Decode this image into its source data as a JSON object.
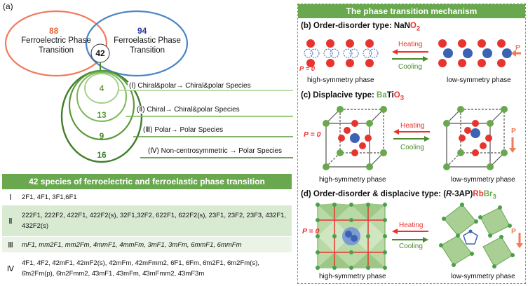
{
  "panel_a_label": "(a)",
  "venn": {
    "left_count": "88",
    "left_line1": "Ferroelectric Phase",
    "left_line2": "Transition",
    "right_count": "94",
    "right_line1": "Ferroelastic Phase",
    "right_line2": "Transition",
    "overlap": "42",
    "sub": [
      {
        "count": "4",
        "label": "(Ⅰ) Chiral&polar→ Chiral&polar Species"
      },
      {
        "count": "13",
        "label": "(Ⅱ) Chiral→ Chiral&polar Species"
      },
      {
        "count": "9",
        "label": "(Ⅲ) Polar→ Polar Species"
      },
      {
        "count": "16",
        "label": "(Ⅳ) Non-centrosymmetric → Polar Species"
      }
    ]
  },
  "table": {
    "title": "42 species of ferroelectric and ferroelastic phase transition",
    "rows": [
      {
        "num": "Ⅰ",
        "text": "2F1, 4F1, 3F1,6F1"
      },
      {
        "num": "Ⅱ",
        "text": "222F1, 222F2, 422F1, 422F2(s), 32F1,32F2, 622F1, 622F2(s), 23F1, 23F2, 23F3, 432F1, 432F2(s)"
      },
      {
        "num": "Ⅲ",
        "text": "mF1, mm2F1, mm2Fm, 4mmF1, 4mmFm, 3mF1, 3mFm, 6mmF1, 6mmFm"
      },
      {
        "num": "Ⅳ",
        "text": "4̄F1, 4̄F2, 4̄2mF1, 4̄2mF2(s), 4̄2mFm, 4̄2mFmm2, 6̄F1, 6̄Fm, 6̄m2F1, 6̄m2Fm(s), 6̄m2Fm(p), 6̄m2Fmm2, 4̄3mF1, 4̄3mFm, 4̄3mFmm2, 4̄3mF3m"
      }
    ]
  },
  "mechanism": {
    "title": "The phase transition mechanism",
    "b_prefix": "(b) Order-disorder type: ",
    "b_formula_a": "NaN",
    "b_formula_b": "O",
    "b_formula_sub": "2",
    "c_prefix": "(c) Displacive type: ",
    "c_formula_a": "Ba",
    "c_formula_b": "Ti",
    "c_formula_c": "O",
    "c_formula_sub": "3",
    "d_prefix": "(d) Order-disorder & displacive type: (",
    "d_italic": "R",
    "d_mid": "-3AP)",
    "d_formula_a": "Rb",
    "d_formula_b": "Br",
    "d_formula_sub": "3",
    "heating": "Heating",
    "cooling": "Cooling",
    "p_zero": "P = 0",
    "p_label": "P",
    "high_sym": "high-symmetry phase",
    "low_sym": "low-symmetry phase"
  },
  "colors": {
    "green": "#6aa84f",
    "red": "#e8342f",
    "blue": "#3c62b4",
    "salmon": "#f07a5a"
  }
}
